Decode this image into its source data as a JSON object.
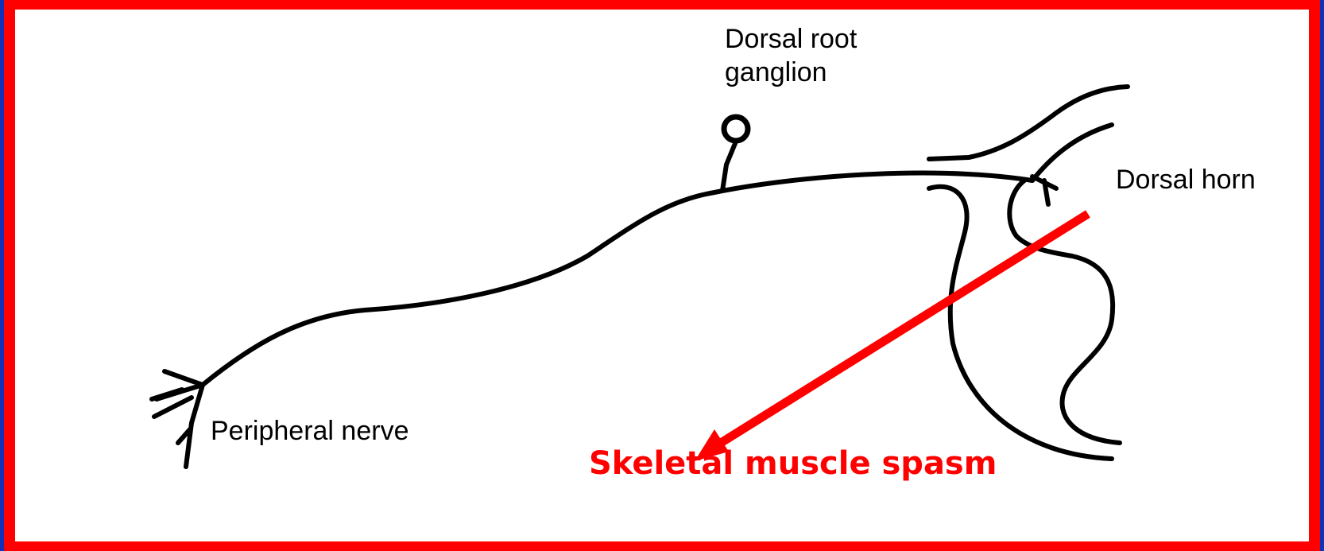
{
  "labels": {
    "dorsal_root_ganglion_line1": "Dorsal root",
    "dorsal_root_ganglion_line2": "ganglion",
    "dorsal_horn": "Dorsal horn",
    "peripheral_nerve": "Peripheral nerve",
    "skeletal_muscle_spasm": "Skeletal muscle spasm"
  },
  "colors": {
    "background": "#1230b8",
    "border": "#ff0000",
    "canvas": "#ffffff",
    "ink": "#000000",
    "arrow": "#ff0000"
  }
}
